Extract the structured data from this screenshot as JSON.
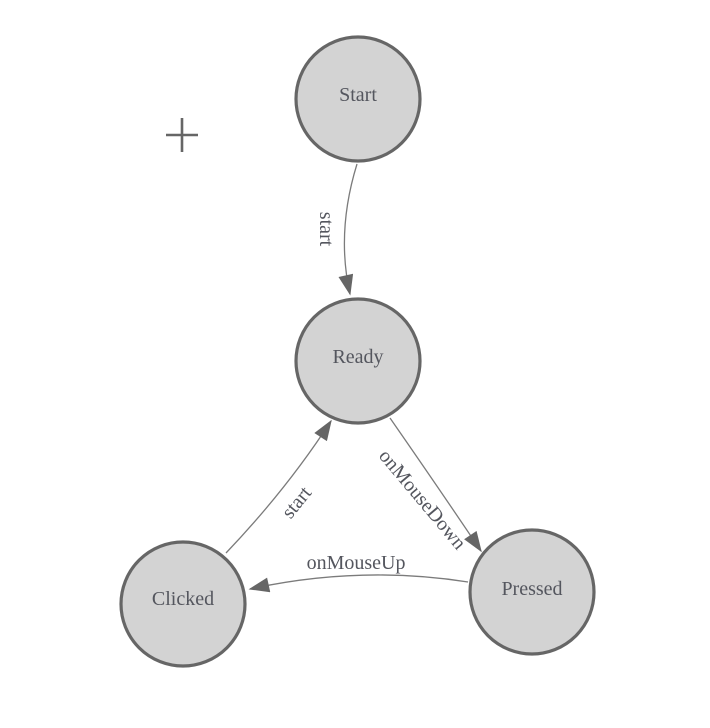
{
  "diagram": {
    "kind": "state-machine",
    "nodes": [
      {
        "id": "start",
        "label": "Start"
      },
      {
        "id": "ready",
        "label": "Ready"
      },
      {
        "id": "pressed",
        "label": "Pressed"
      },
      {
        "id": "clicked",
        "label": "Clicked"
      }
    ],
    "edges": [
      {
        "from": "Start",
        "to": "Ready",
        "label": "start"
      },
      {
        "from": "Ready",
        "to": "Pressed",
        "label": "onMouseDown"
      },
      {
        "from": "Pressed",
        "to": "Clicked",
        "label": "onMouseUp"
      },
      {
        "from": "Clicked",
        "to": "Ready",
        "label": "start"
      }
    ],
    "colors": {
      "background": "#ffffff",
      "node_fill": "#d3d3d3",
      "node_stroke": "#666666",
      "edge_stroke": "#7b7b7b",
      "arrow_fill": "#666666",
      "label_text": "#54565e",
      "crosshair": "#666666"
    },
    "cursor": {
      "shape": "crosshair"
    }
  }
}
